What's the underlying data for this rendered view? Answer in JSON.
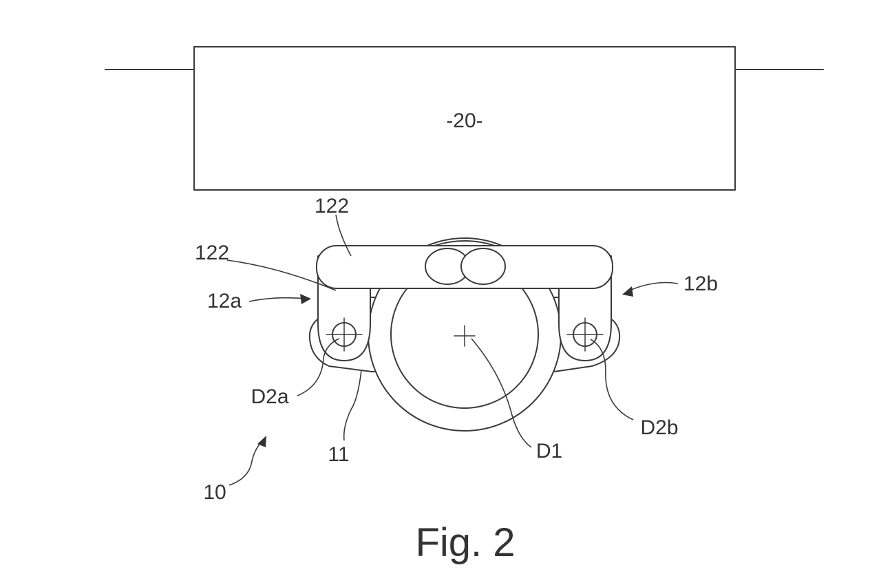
{
  "figure": {
    "caption": "Fig. 2",
    "box_label": "-20-",
    "labels": {
      "lever_top": "122",
      "lever_left": "122",
      "arm_a": "12a",
      "arm_b": "12b",
      "axis_a": "D2a",
      "axis_b": "D2b",
      "base": "11",
      "axis_center": "D1",
      "assembly": "10"
    }
  }
}
